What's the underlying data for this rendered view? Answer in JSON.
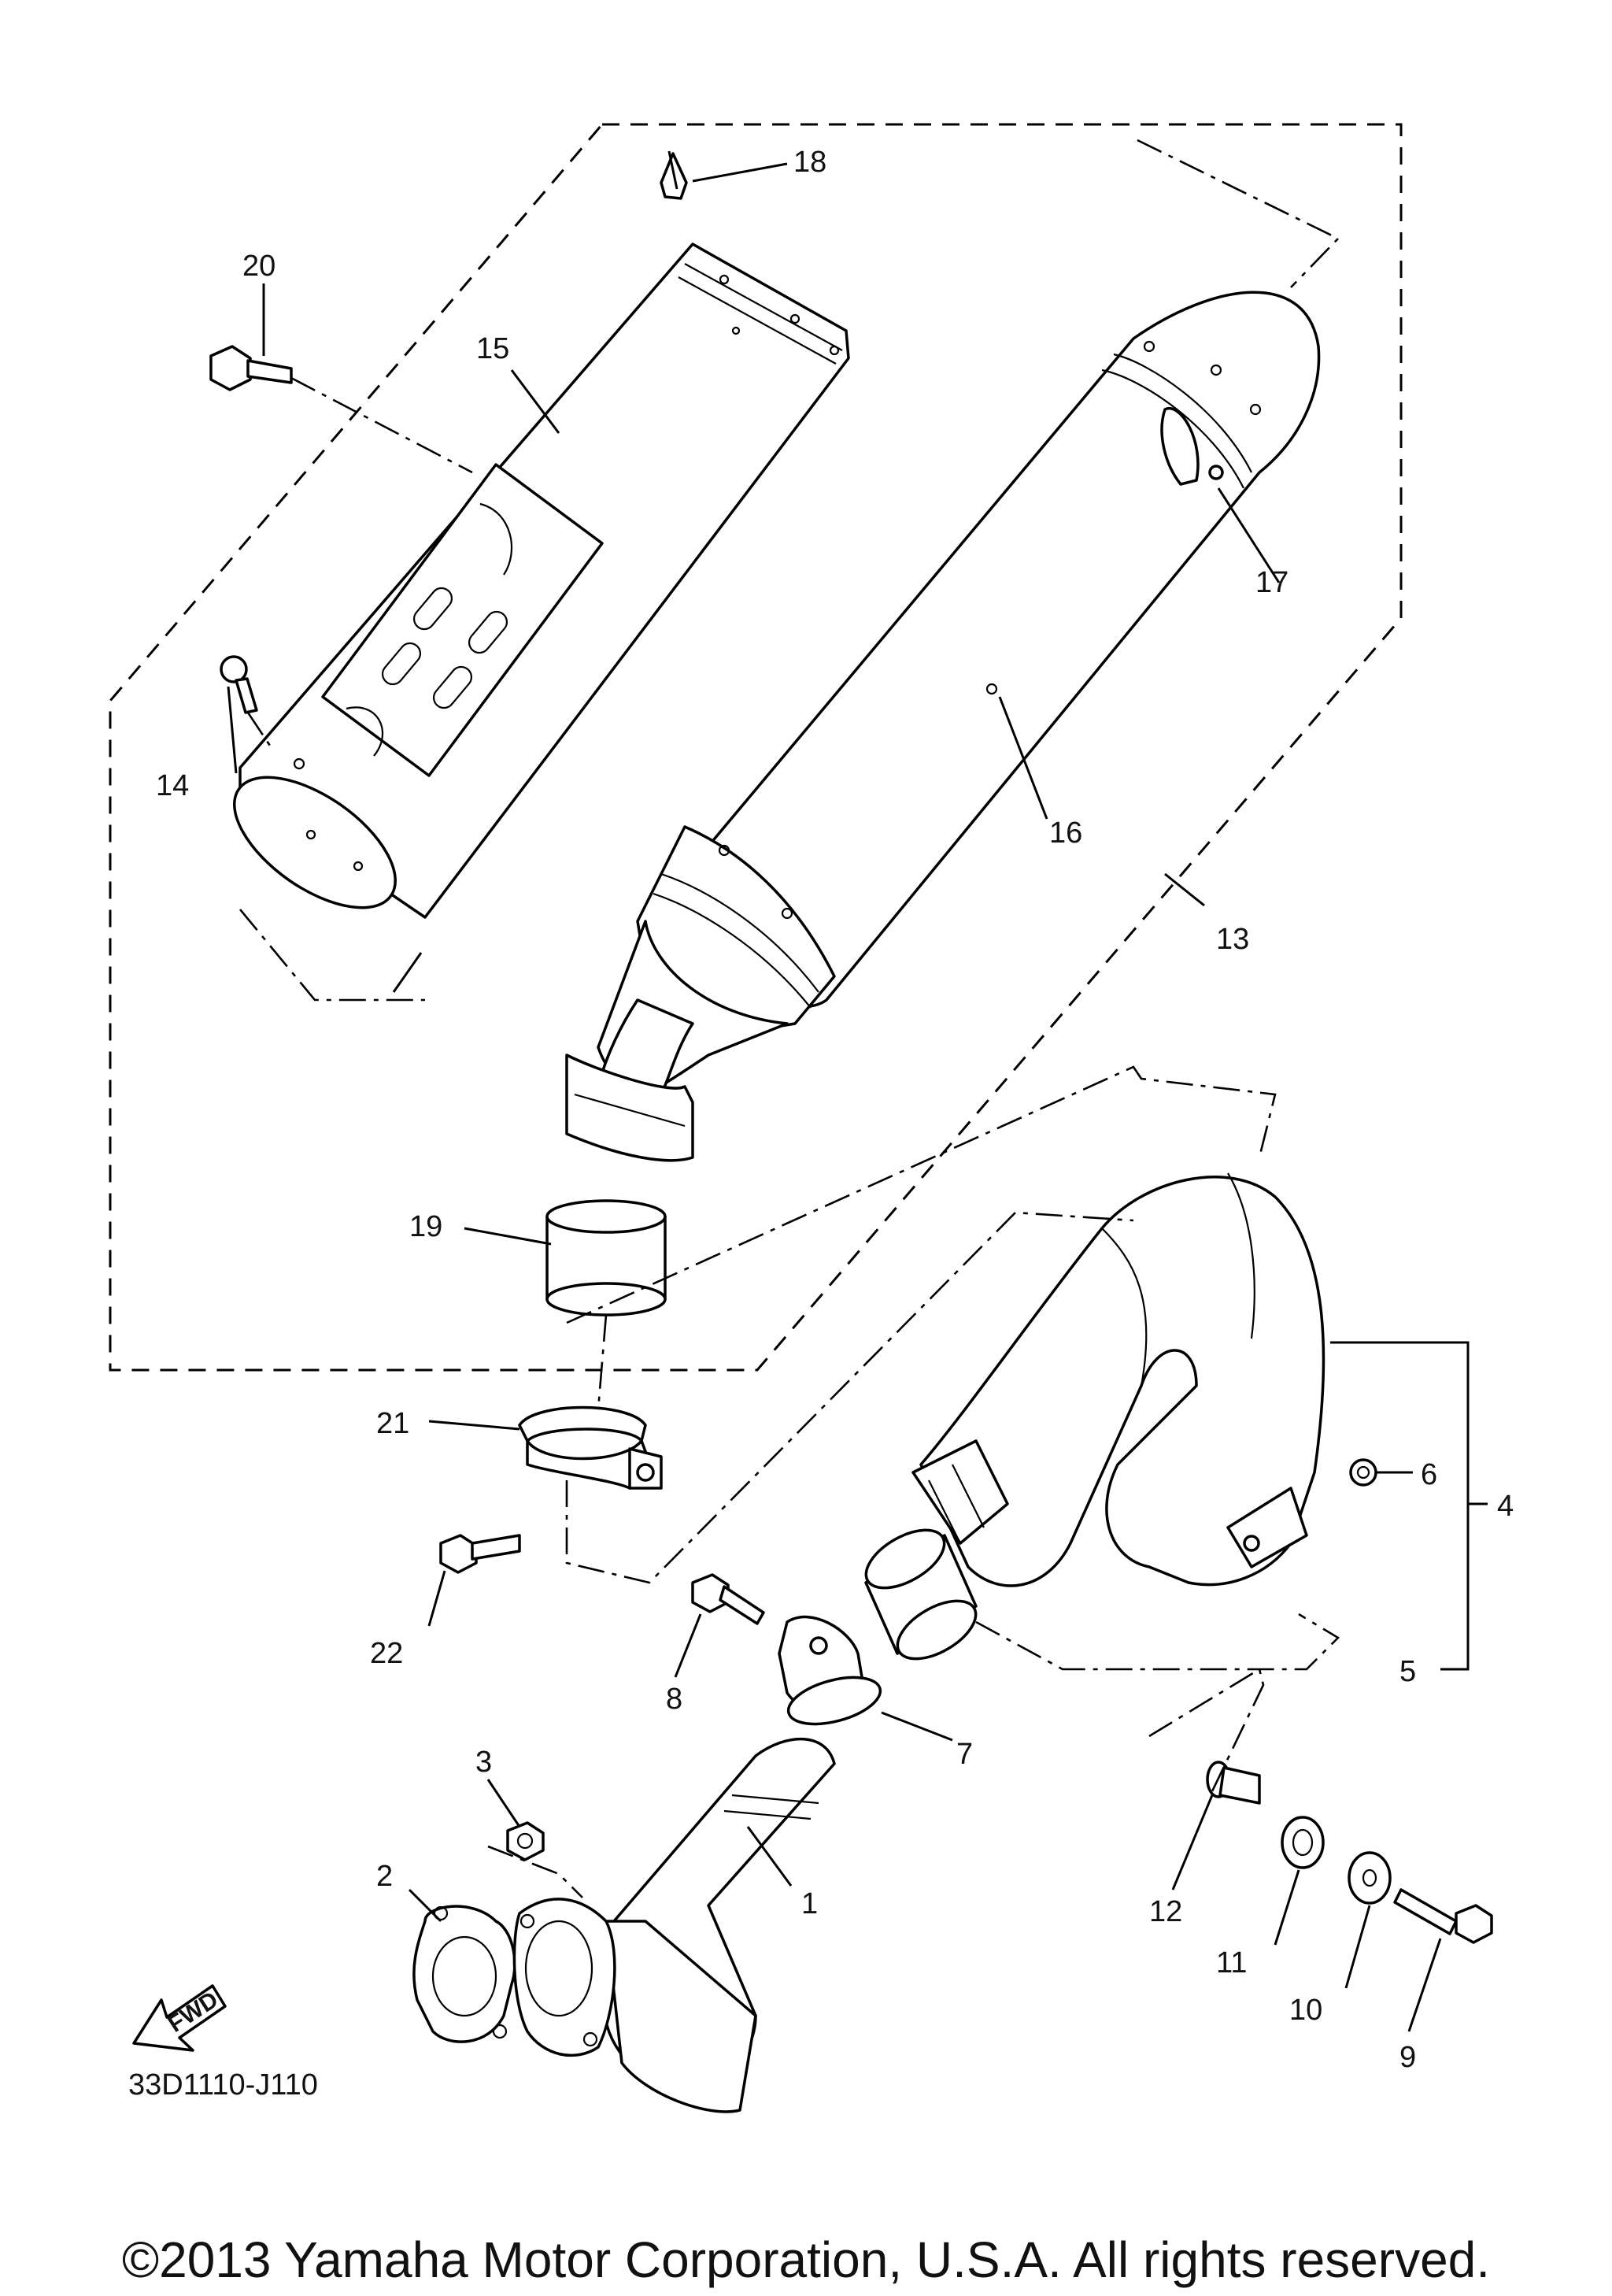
{
  "callouts": {
    "c1": "1",
    "c2": "2",
    "c3": "3",
    "c4": "4",
    "c5": "5",
    "c6": "6",
    "c7": "7",
    "c8": "8",
    "c9": "9",
    "c10": "10",
    "c11": "11",
    "c12": "12",
    "c13": "13",
    "c14": "14",
    "c15": "15",
    "c16": "16",
    "c17": "17",
    "c18": "18",
    "c19": "19",
    "c20": "20",
    "c21": "21",
    "c22": "22"
  },
  "fwd_label": "FWD",
  "diagram_code": "33D1110-J110",
  "copyright": "©2013 Yamaha Motor Corporation, U.S.A. All rights reserved."
}
